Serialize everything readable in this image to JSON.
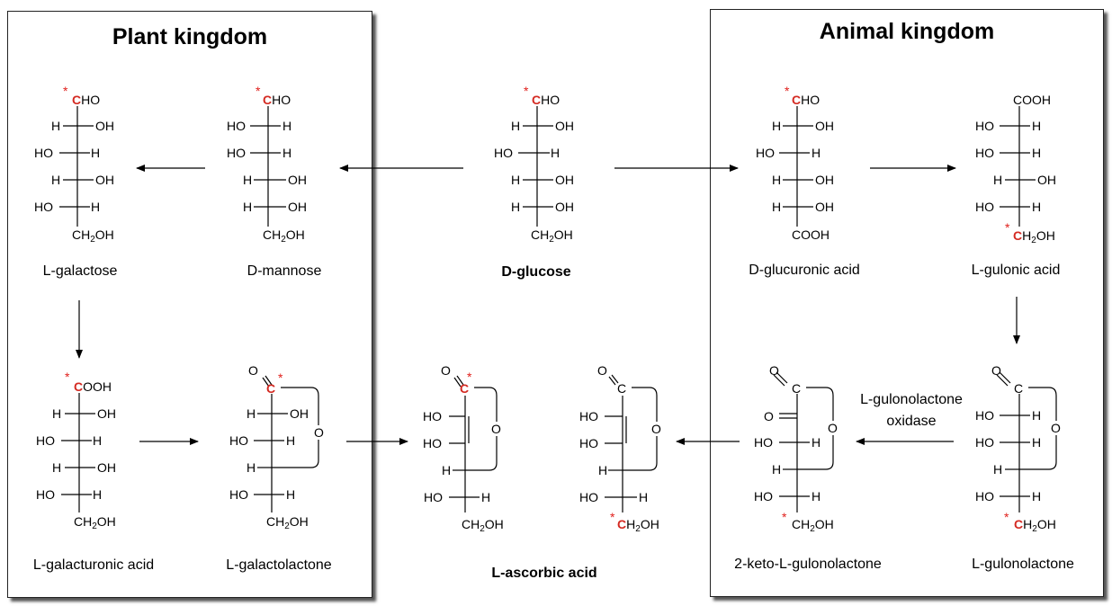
{
  "panels": {
    "plant_title": "Plant kingdom",
    "animal_title": "Animal kingdom"
  },
  "compounds": {
    "d_glucose": "D-glucose",
    "d_mannose": "D-mannose",
    "l_galactose": "L-galactose",
    "l_galacturonic_acid": "L-galacturonic acid",
    "l_galactolactone": "L-galactolactone",
    "l_ascorbic_acid": "L-ascorbic acid",
    "d_glucuronic_acid": "D-glucuronic acid",
    "l_gulonic_acid": "L-gulonic acid",
    "l_gulonolactone": "L-gulonolactone",
    "keto_l_gulonolactone": "2-keto-L-gulonolactone"
  },
  "enzyme": {
    "line1": "L-gulonolactone",
    "line2": "oxidase"
  },
  "colors": {
    "label_marker": "#e0201c",
    "line": "#000000"
  }
}
